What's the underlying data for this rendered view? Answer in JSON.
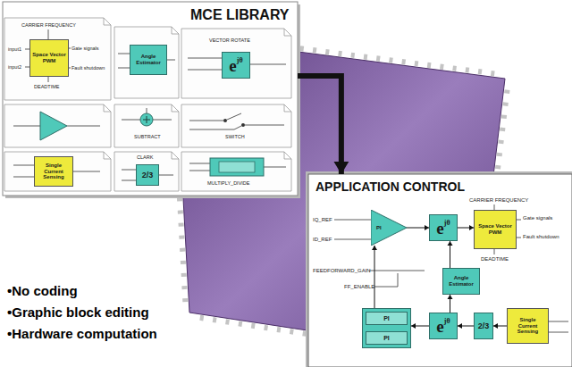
{
  "diagram": {
    "nodes": [
      {
        "text": [
          "MCE LIBRARY"
        ]
      },
      {
        "text": [
          "Space Vector PWM"
        ],
        "in": 0
      },
      {
        "text": [
          "Angle Estimator"
        ],
        "in": 0
      },
      {
        "text": [
          "e",
          "jθ"
        ],
        "in": 0
      },
      {
        "text": [
          "Single Current Sensing"
        ],
        "in": 0
      },
      {
        "text": [
          "2/3"
        ],
        "in": 0
      },
      {
        "text": [
          "APPLICATION CONTROL"
        ]
      },
      {
        "text": [
          "PI"
        ],
        "in": 6
      },
      {
        "text": [
          "e",
          "jθ"
        ],
        "in": 6
      },
      {
        "text": [
          "Space Vector PWM"
        ],
        "in": 6
      },
      {
        "text": [
          "Angle Estimator"
        ],
        "in": 6
      },
      {
        "text": [
          "PI",
          "PI"
        ],
        "in": 6
      },
      {
        "text": [
          "e",
          "jθ"
        ],
        "in": 6
      },
      {
        "text": [
          "2/3"
        ],
        "in": 6
      },
      {
        "text": [
          "Single Current Sensing"
        ],
        "in": 6
      }
    ],
    "edges": [
      {
        "from": 0,
        "to": 6,
        "arrow": "to"
      },
      {
        "from": 7,
        "to": 8,
        "arrow": "to"
      },
      {
        "from": 8,
        "to": 9,
        "arrow": "to"
      },
      {
        "from": 10,
        "to": 8,
        "arrow": "to"
      },
      {
        "from": 11,
        "to": 7,
        "arrow": "to"
      },
      {
        "from": 12,
        "to": 11,
        "arrow": "to"
      },
      {
        "from": 12,
        "to": 10,
        "arrow": "to"
      },
      {
        "from": 13,
        "to": 12,
        "arrow": "to"
      },
      {
        "from": 14,
        "to": 13,
        "arrow": "to"
      }
    ],
    "labels": [
      "CARRIER FREQUENCY",
      "input1",
      "input2",
      "Gate signals",
      "Fault shutdown",
      "DEADTIME",
      "VECTOR ROTATE",
      "SUBTRACT",
      "SWITCH",
      "CLARK",
      "MULTIPLY_DIVIDE",
      "IQ_REF",
      "ID_REF",
      "FEEDFORWARD_GAIN",
      "FF_ENABLE",
      "CARRIER FREQUENCY",
      "Gate signals",
      "Fault shutdown",
      "DEADTIME",
      "•No coding",
      "•Graphic block editing",
      "•Hardware computation"
    ]
  }
}
